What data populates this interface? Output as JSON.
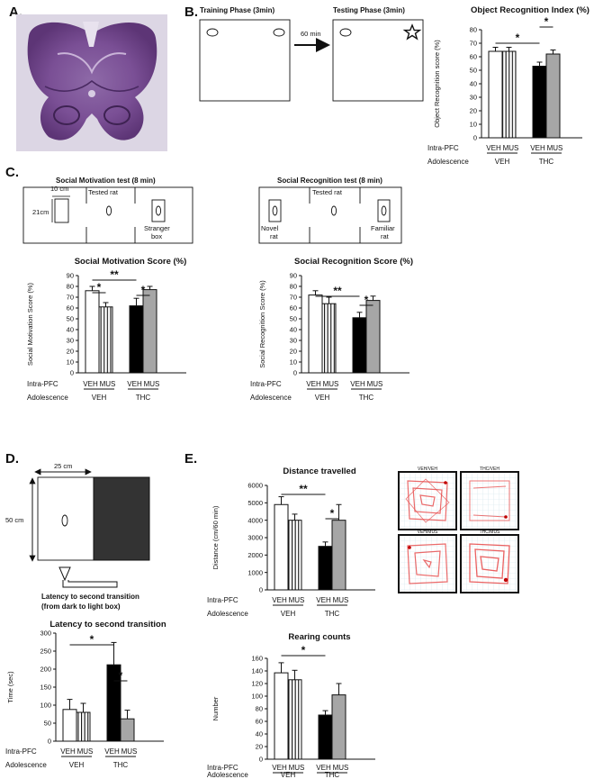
{
  "panels": {
    "a": "A.",
    "b": "B.",
    "c": "C.",
    "d": "D.",
    "e": "E."
  },
  "b_schematic": {
    "training": "Training Phase (3min)",
    "testing": "Testing Phase (3min)",
    "delay": "60 min"
  },
  "c_schematic": {
    "motivation_title": "Social Motivation test (8 min)",
    "recognition_title": "Social Recognition test (8 min)",
    "tested_rat": "Tested rat",
    "dim_w": "10 cm",
    "dim_h": "21cm",
    "stranger_1": "Stranger",
    "stranger_2": "box",
    "novel_1": "Novel",
    "novel_2": "rat",
    "familiar_1": "Familiar",
    "familiar_2": "rat"
  },
  "d_schematic": {
    "width": "25 cm",
    "height": "50 cm",
    "caption_1": "Latency to second transition",
    "caption_2": "(from dark to light box)"
  },
  "labels": {
    "intra": "Intra-PFC",
    "adol": "Adolescence"
  },
  "tracks": {
    "titles": [
      "VEH/VEH",
      "THC/VEH",
      "VEH/MUS",
      "THC/MUS"
    ]
  },
  "colors": {
    "veh": "#ffffff",
    "mus": "striped",
    "thc_veh": "#000000",
    "thc_mus": "#a6a6a6"
  },
  "chart_data": [
    {
      "id": "object_recognition",
      "type": "bar",
      "title": "Object Recognition Index (%)",
      "ylabel": "Object Recognition score (%)",
      "ylim": [
        0,
        80
      ],
      "ytick_step": 10,
      "categories": [
        "VEH",
        "MUS",
        "VEH",
        "MUS"
      ],
      "groups": [
        "VEH",
        "THC"
      ],
      "values": [
        64,
        64,
        53,
        62
      ],
      "errors": [
        3,
        3,
        3,
        3
      ],
      "significance": [
        "*",
        "*"
      ]
    },
    {
      "id": "social_motivation",
      "type": "bar",
      "title": "Social Motivation Score (%)",
      "ylabel": "Social Motivation Score (%)",
      "ylim": [
        0,
        90
      ],
      "ytick_step": 10,
      "categories": [
        "VEH",
        "MUS",
        "VEH",
        "MUS"
      ],
      "groups": [
        "VEH",
        "THC"
      ],
      "values": [
        76,
        61,
        62,
        77
      ],
      "errors": [
        4,
        4,
        7,
        3
      ],
      "significance": [
        "*",
        "*",
        "**"
      ]
    },
    {
      "id": "social_recognition",
      "type": "bar",
      "title": "Social Recognition Score (%)",
      "ylabel": "Social Recognition Score (%)",
      "ylim": [
        0,
        90
      ],
      "ytick_step": 10,
      "categories": [
        "VEH",
        "MUS",
        "VEH",
        "MUS"
      ],
      "groups": [
        "VEH",
        "THC"
      ],
      "values": [
        72,
        64,
        51,
        67
      ],
      "errors": [
        4,
        6,
        5,
        4
      ],
      "significance": [
        "**",
        "*"
      ]
    },
    {
      "id": "latency",
      "type": "bar",
      "title": "Latency to second transition",
      "ylabel": "Time (sec)",
      "ylim": [
        0,
        300
      ],
      "ytick_step": 50,
      "categories": [
        "VEH",
        "MUS",
        "VEH",
        "MUS"
      ],
      "groups": [
        "VEH",
        "THC"
      ],
      "values": [
        88,
        80,
        212,
        62
      ],
      "errors": [
        28,
        25,
        62,
        24
      ],
      "significance": [
        "*",
        "*"
      ]
    },
    {
      "id": "distance",
      "type": "bar",
      "title": "Distance travelled",
      "ylabel": "Distance (cm/60 min)",
      "ylim": [
        0,
        6000
      ],
      "ytick_step": 1000,
      "categories": [
        "VEH",
        "MUS",
        "VEH",
        "MUS"
      ],
      "groups": [
        "VEH",
        "THC"
      ],
      "values": [
        4900,
        4000,
        2500,
        4000
      ],
      "errors": [
        450,
        350,
        250,
        900
      ],
      "significance": [
        "**",
        "*"
      ]
    },
    {
      "id": "rearing",
      "type": "bar",
      "title": "Rearing counts",
      "ylabel": "Number",
      "ylim": [
        0,
        160
      ],
      "ytick_step": 20,
      "categories": [
        "VEH",
        "MUS",
        "VEH",
        "MUS"
      ],
      "groups": [
        "VEH",
        "THC"
      ],
      "values": [
        137,
        126,
        70,
        102
      ],
      "errors": [
        16,
        15,
        7,
        18
      ],
      "significance": [
        "*"
      ]
    }
  ]
}
